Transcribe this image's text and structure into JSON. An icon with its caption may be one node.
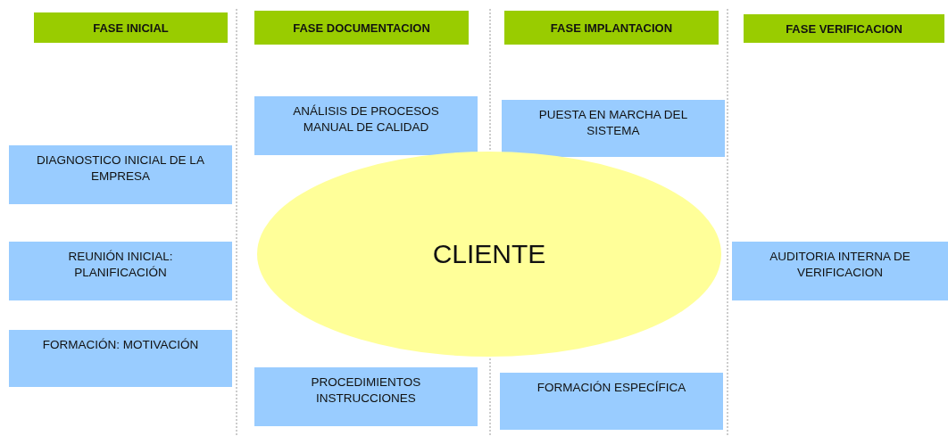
{
  "diagram": {
    "nodes": [
      {
        "text": [
          "FASE INICIAL"
        ]
      },
      {
        "text": [
          "FASE DOCUMENTACION"
        ]
      },
      {
        "text": [
          "FASE IMPLANTACION"
        ]
      },
      {
        "text": [
          "FASE VERIFICACION"
        ]
      },
      {
        "text": [
          "ANÁLISIS DE PROCESOS MANUAL DE CALIDAD"
        ]
      },
      {
        "text": [
          "PUESTA EN MARCHA DEL SISTEMA"
        ]
      },
      {
        "text": [
          "DIAGNOSTICO INICIAL DE LA EMPRESA"
        ]
      },
      {
        "text": [
          "CLIENTE"
        ]
      },
      {
        "text": [
          "REUNIÓN INICIAL: PLANIFICACIÓN"
        ]
      },
      {
        "text": [
          "AUDITORIA INTERNA DE VERIFICACION"
        ]
      },
      {
        "text": [
          "FORMACIÓN: MOTIVACIÓN"
        ]
      },
      {
        "text": [
          "PROCEDIMIENTOS INSTRUCCIONES"
        ]
      },
      {
        "text": [
          "FORMACIÓN ESPECÍFICA"
        ]
      }
    ],
    "edges": []
  }
}
